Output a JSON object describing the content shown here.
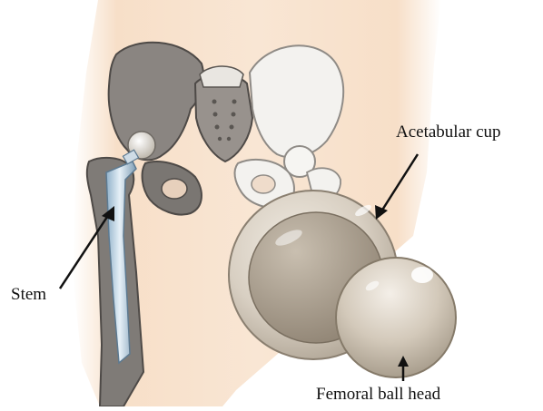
{
  "labels": {
    "acetabular_cup": "Acetabular cup",
    "stem": "Stem",
    "femoral_ball_head": "Femoral ball head"
  },
  "colors": {
    "skin": "#f6dcc4",
    "bone_dark": "#7a7672",
    "bone_light": "#f2f1ee",
    "implant_metal": "#b9cfe0",
    "cup": "#d6cdbf",
    "ball": "#cfc5b6",
    "arrow": "#111111"
  }
}
